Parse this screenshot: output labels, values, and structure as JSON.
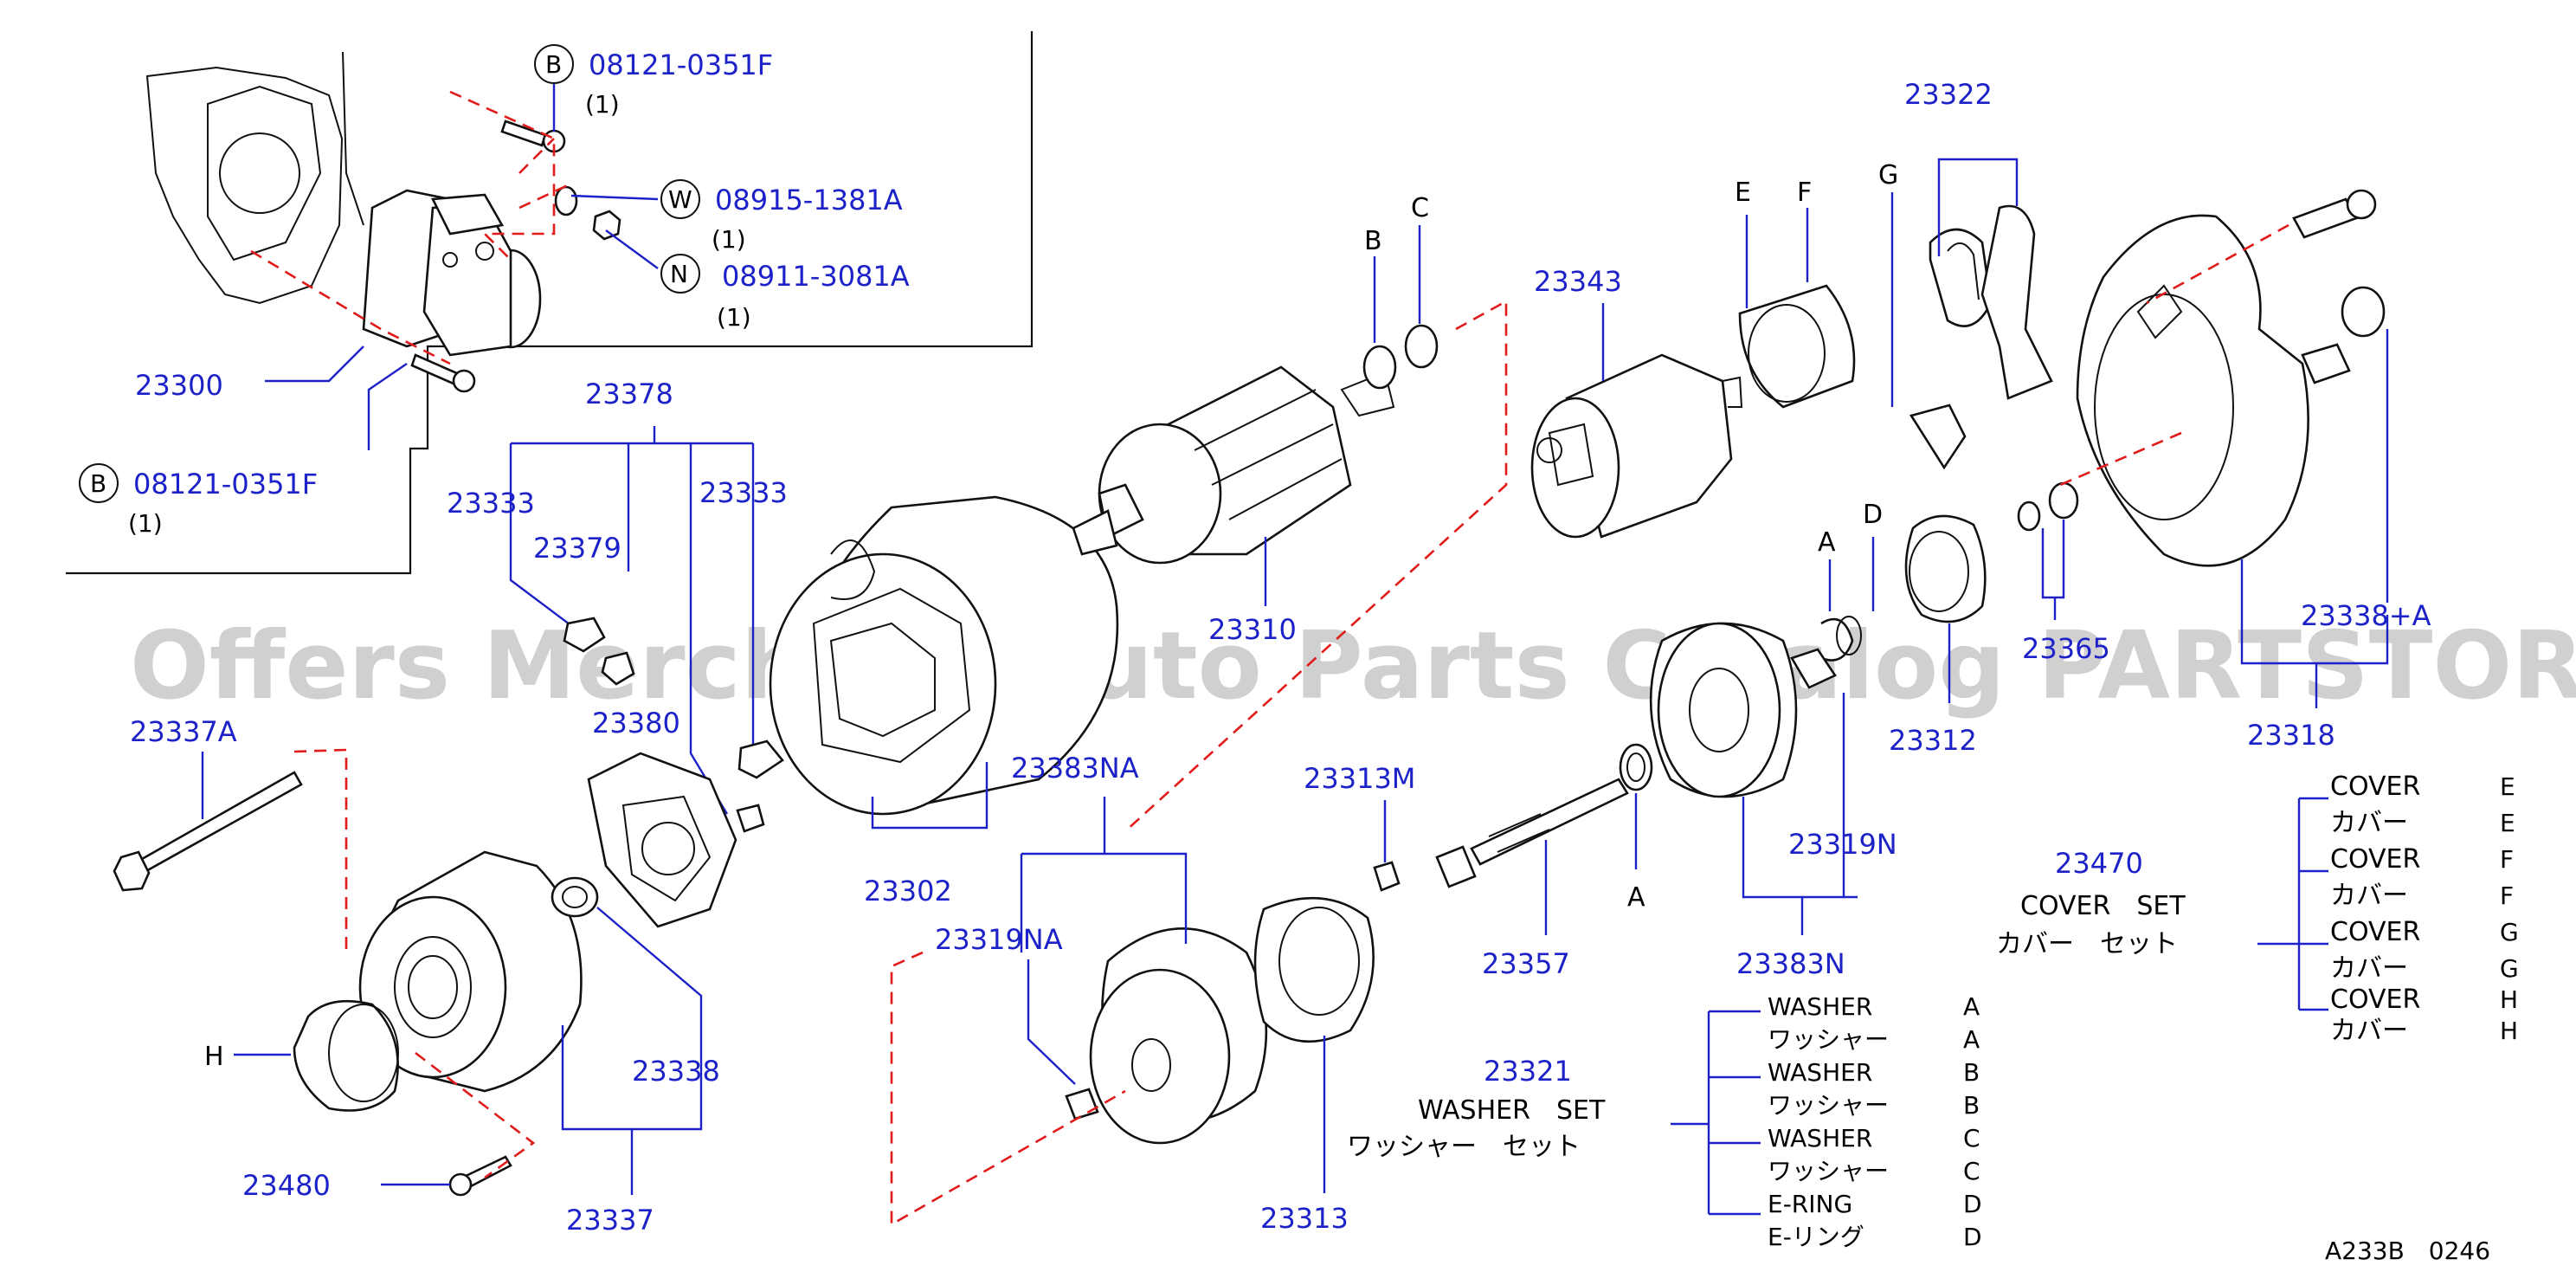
{
  "inset": {
    "callouts": [
      {
        "letter": "B",
        "part": "08121-0351F",
        "qty": "(1)"
      },
      {
        "letter": "W",
        "part": "08915-1381A",
        "qty": "(1)"
      },
      {
        "letter": "N",
        "part": "08911-3081A",
        "qty": "(1)"
      },
      {
        "letter": "B",
        "part": "08121-0351F",
        "qty": "(1)"
      }
    ],
    "assembly_part": "23300"
  },
  "parts": {
    "p23378": "23378",
    "p23333a": "23333",
    "p23333b": "23333",
    "p23379": "23379",
    "p23380": "23380",
    "p23337A": "23337A",
    "p23302": "23302",
    "p23338": "23338",
    "p23337": "23337",
    "p23480": "23480",
    "p23310": "23310",
    "p23343": "23343",
    "p23322": "23322",
    "p23383NA": "23383NA",
    "p23319NA": "23319NA",
    "p23313M": "23313M",
    "p23313": "23313",
    "p23357": "23357",
    "p23319N": "23319N",
    "p23383N": "23383N",
    "p23312": "23312",
    "p23365": "23365",
    "p23338A": "23338+A",
    "p23318": "23318",
    "p23470": "23470",
    "p23321": "23321"
  },
  "letters": {
    "B": "B",
    "C": "C",
    "E": "E",
    "F": "F",
    "G": "G",
    "D": "D",
    "A1": "A",
    "A2": "A",
    "H": "H"
  },
  "washer_set": {
    "title_en": "WASHER　SET",
    "title_jp": "ワッシャー　セット",
    "items": [
      {
        "name": "WASHER",
        "code": "A"
      },
      {
        "name": "ワッシャー",
        "code": "A"
      },
      {
        "name": "WASHER",
        "code": "B"
      },
      {
        "name": "ワッシャー",
        "code": "B"
      },
      {
        "name": "WASHER",
        "code": "C"
      },
      {
        "name": "ワッシャー",
        "code": "C"
      },
      {
        "name": "E-RING",
        "code": "D"
      },
      {
        "name": "E-リング",
        "code": "D"
      }
    ]
  },
  "cover_set": {
    "title_en": "COVER　SET",
    "title_jp": "カバー　セット",
    "items": [
      {
        "name": "COVER",
        "code": "E"
      },
      {
        "name": "カバー",
        "code": "E"
      },
      {
        "name": "COVER",
        "code": "F"
      },
      {
        "name": "カバー",
        "code": "F"
      },
      {
        "name": "COVER",
        "code": "G"
      },
      {
        "name": "カバー",
        "code": "G"
      },
      {
        "name": "COVER",
        "code": "H"
      },
      {
        "name": "カバー",
        "code": "H"
      }
    ]
  },
  "watermark": "Offers Merchant Auto Parts Catalog PARTSTORE.SA",
  "diagram_code": "A233B　0246"
}
